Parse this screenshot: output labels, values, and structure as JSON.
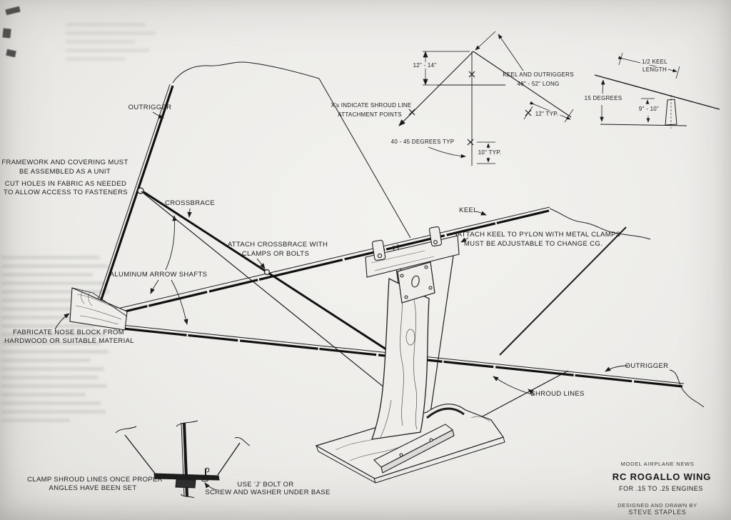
{
  "titleblock": {
    "publication": "MODEL AIRPLANE NEWS",
    "title": "RC ROGALLO WING",
    "subtitle": "FOR .15 TO .25 ENGINES",
    "credit_line1": "DESIGNED AND DRAWN BY",
    "credit_line2": "STEVE STAPLES"
  },
  "labels": {
    "outrigger_left": "OUTRIGGER",
    "outrigger_right": "OUTRIGGER",
    "framework_note_l1": "FRAMEWORK AND COVERING MUST",
    "framework_note_l2": "BE ASSEMBLED AS A UNIT",
    "cut_holes_l1": "CUT HOLES IN FABRIC AS NEEDED",
    "cut_holes_l2": "TO ALLOW ACCESS TO FASTENERS",
    "crossbrace": "CROSSBRACE",
    "attach_crossbrace_l1": "ATTACH CROSSBRACE WITH",
    "attach_crossbrace_l2": "CLAMPS OR BOLTS",
    "aluminum_shafts": "ALUMINUM ARROW SHAFTS",
    "nose_block_l1": "FABRICATE NOSE BLOCK FROM",
    "nose_block_l2": "HARDWOOD OR SUITABLE MATERIAL",
    "keel": "KEEL",
    "attach_keel_l1": "ATTACH KEEL TO PYLON WITH METAL CLAMPS",
    "attach_keel_l2": "MUST BE ADJUSTABLE TO CHANGE CG.",
    "shroud_lines": "SHROUD LINES",
    "clamp_note_l1": "CLAMP SHROUD LINES ONCE PROPER",
    "clamp_note_l2": "ANGLES HAVE BEEN SET",
    "jbolt_l1": "USE 'J' BOLT OR",
    "jbolt_l2": "SCREW AND WASHER UNDER BASE"
  },
  "geometry_detail": {
    "dim_apex": "12\" - 14\"",
    "xs_note_l1": "X's INDICATE SHROUD LINE",
    "xs_note_l2": "ATTACHMENT POINTS",
    "keel_outriggers_l1": "KEEL AND OUTRIGGERS",
    "keel_outriggers_l2": "48\" - 52\" LONG",
    "angle_note": "40 - 45 DEGREES TYP",
    "typ_12": "12\" TYP.",
    "typ_10": "10\" TYP."
  },
  "pylon_detail": {
    "half_keel_l1": "1/2 KEEL",
    "half_keel_l2": "LENGTH",
    "angle": "15 DEGREES",
    "height": "9\" - 10\""
  },
  "colors": {
    "paper": "#edece9",
    "ink": "#1b1b1b"
  }
}
